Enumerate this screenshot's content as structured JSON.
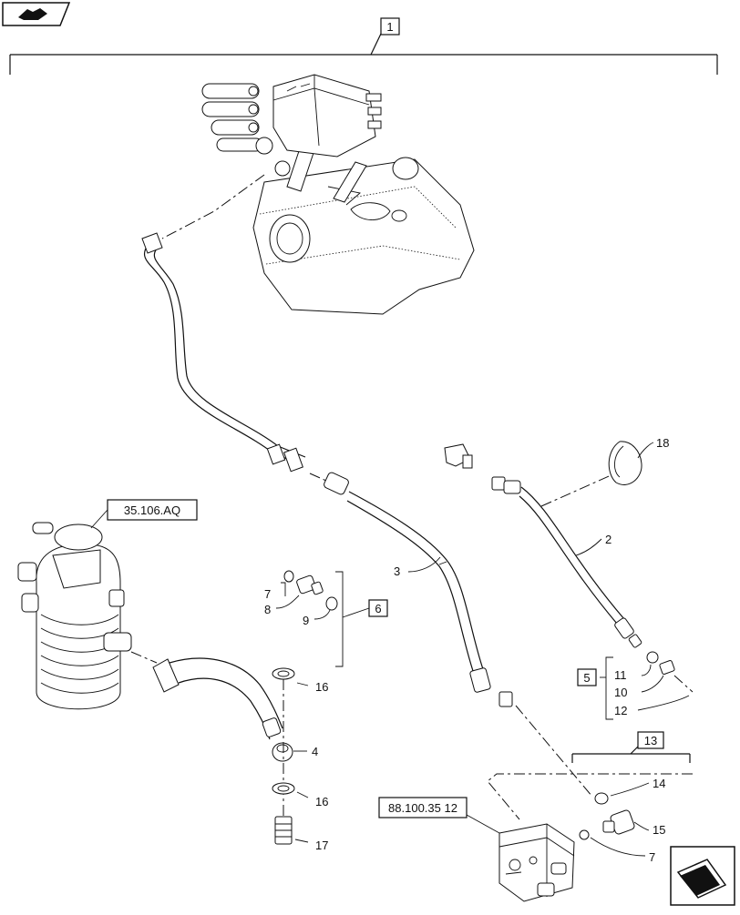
{
  "callouts": {
    "assembly": "1",
    "hose_2": "2",
    "hose_3": "3",
    "pipe_4": "4",
    "kit_5": "5",
    "kit_6": "6",
    "seal_7_upper": "7",
    "seal_7_lower": "7",
    "fitting_8": "8",
    "seal_9": "9",
    "fitting_10": "10",
    "seal_11": "11",
    "cap_12": "12",
    "group_13": "13",
    "seal_14": "14",
    "fitting_15": "15",
    "washer_16_upper": "16",
    "washer_16_lower": "16",
    "bolt_17": "17",
    "tie_18": "18"
  },
  "references": {
    "filter": "35.106.AQ",
    "valve": "88.100.35 12"
  },
  "icons": {
    "top_left": "book-hand-icon",
    "bottom_right": "next-page-arrow-icon"
  }
}
